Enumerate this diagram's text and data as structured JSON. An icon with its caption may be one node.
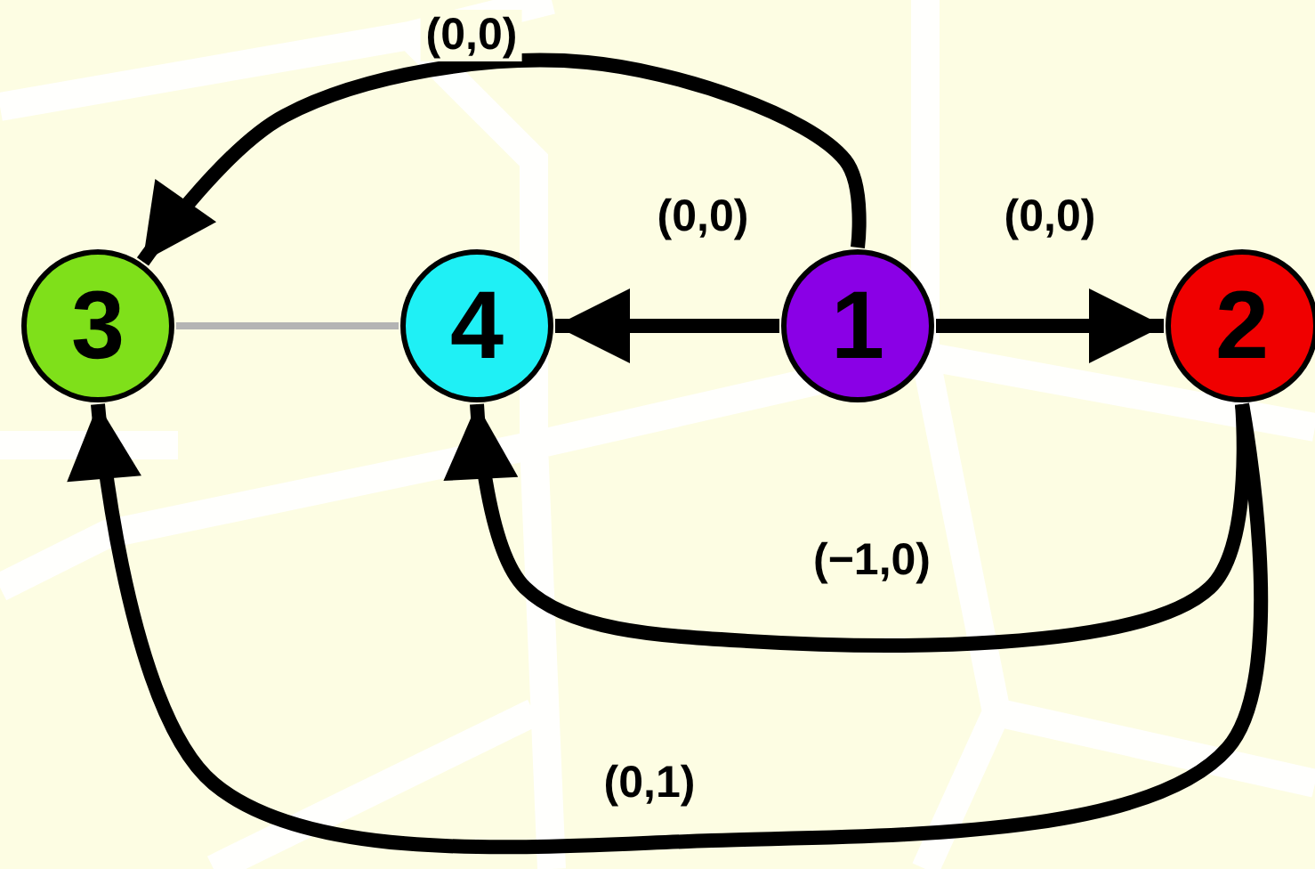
{
  "diagram": {
    "nodes": [
      {
        "text": [
          "3"
        ]
      },
      {
        "text": [
          "4"
        ]
      },
      {
        "text": [
          "1"
        ]
      },
      {
        "text": [
          "2"
        ]
      }
    ],
    "edges": [
      {
        "from": 2,
        "to": 0,
        "arrow": "to",
        "label": "(0,0)"
      },
      {
        "from": 2,
        "to": 1,
        "arrow": "to",
        "label": "(0,0)"
      },
      {
        "from": 2,
        "to": 3,
        "arrow": "to",
        "label": "(0,0)"
      },
      {
        "from": 3,
        "to": 1,
        "arrow": "to",
        "label": "(−1,0)"
      },
      {
        "from": 3,
        "to": 0,
        "arrow": "to",
        "label": "(0,1)"
      },
      {
        "from": 0,
        "to": 1,
        "arrow": "none",
        "color": "#b4b4b4"
      }
    ]
  }
}
